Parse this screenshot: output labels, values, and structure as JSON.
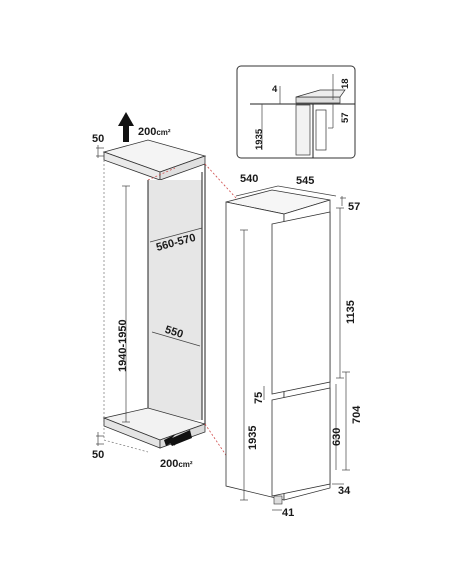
{
  "labels": {
    "top_gap": "50",
    "bottom_gap": "50",
    "vent_top": "200",
    "vent_bottom": "200",
    "vent_unit": "cm²",
    "niche_height": "1940-1950",
    "niche_width": "560-570",
    "niche_depth": "550",
    "appliance_depth": "540",
    "appliance_width": "545",
    "appliance_top_offset": "57",
    "upper_door": "1135",
    "lower_door_gap": "75",
    "total_height": "1935",
    "lower_door_a": "704",
    "lower_door_b": "630",
    "bottom_offset": "34",
    "foot_offset": "41",
    "detail_height": "1935",
    "detail_top_gap": "4",
    "detail_right_a": "18",
    "detail_right_b": "57"
  },
  "colors": {
    "line": "#222222",
    "dash": "#d04a4a",
    "niche_shade": "#e6e6e6"
  }
}
